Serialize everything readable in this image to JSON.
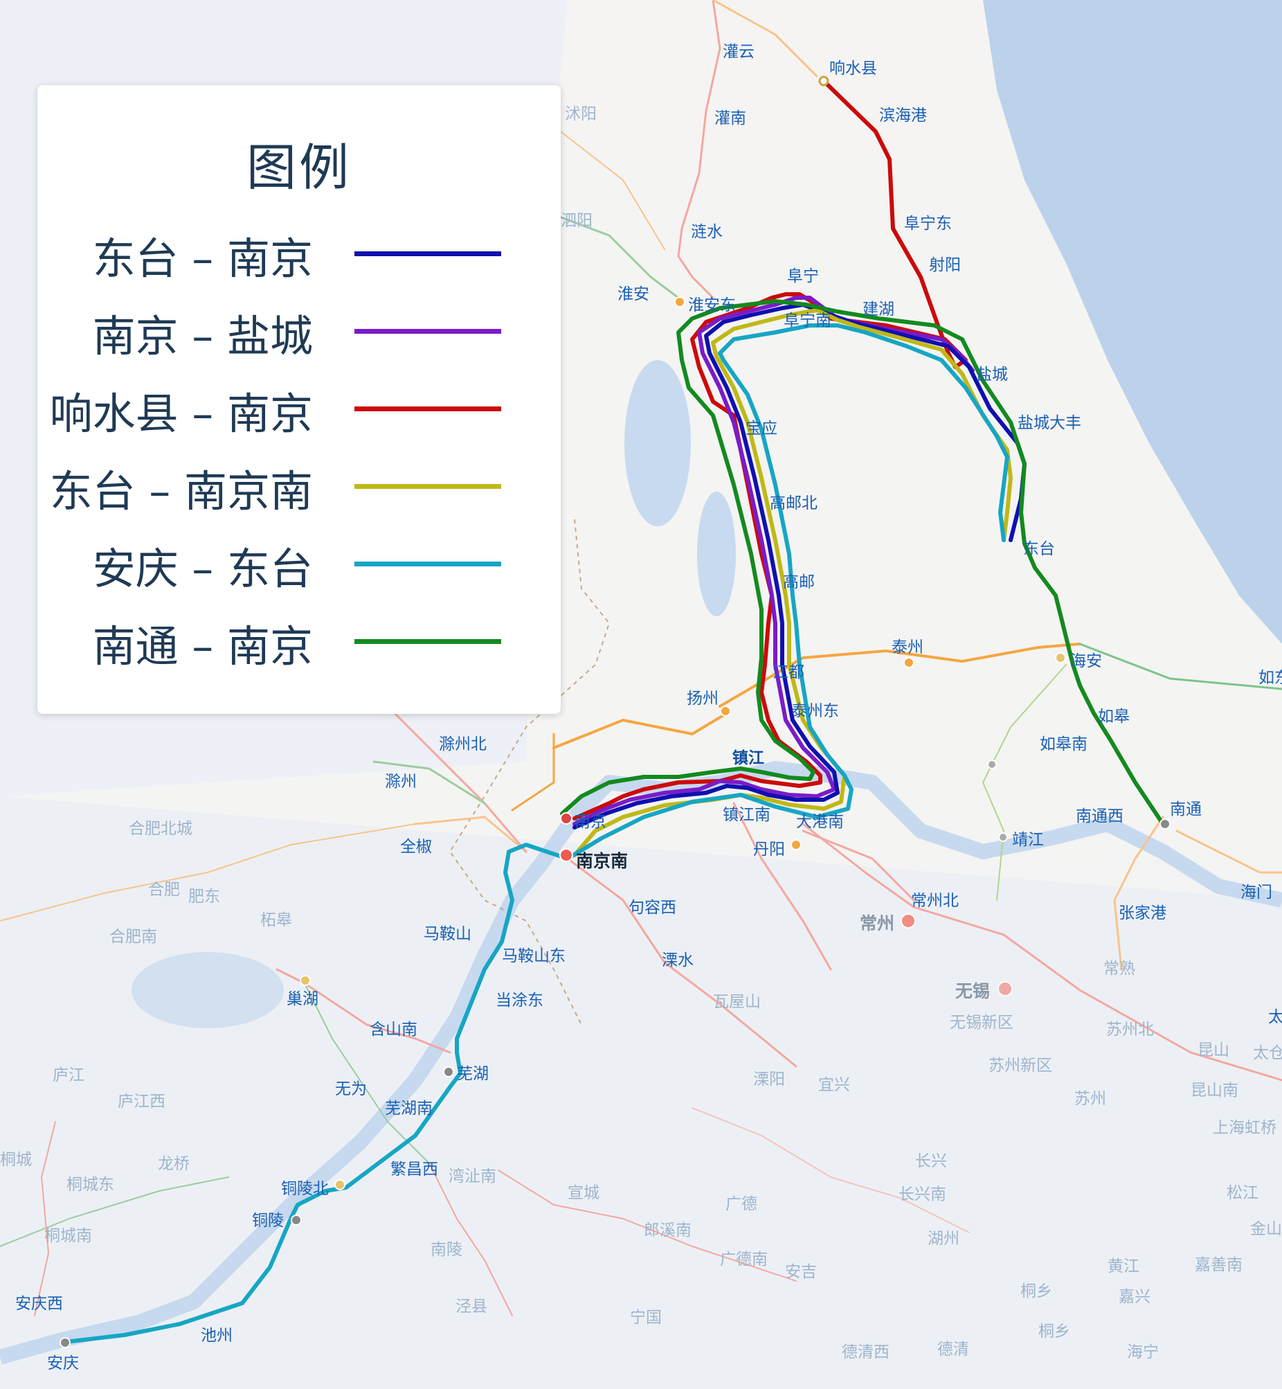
{
  "legend": {
    "title": "图例",
    "items": [
      {
        "label": "东台 – 南京",
        "color": "#1010b0"
      },
      {
        "label": "南京 – 盐城",
        "color": "#7a1cc8"
      },
      {
        "label": "响水县 – 南京",
        "color": "#cc0a0a"
      },
      {
        "label": "东台 – 南京南",
        "color": "#c0b818"
      },
      {
        "label": "安庆 – 东台",
        "color": "#16a6c4"
      },
      {
        "label": "南通 – 南京",
        "color": "#138a1e"
      }
    ]
  },
  "stations": {
    "guanyun": "灌云",
    "xiangshuixian": "响水县",
    "binhaigang": "滨海港",
    "guannan": "灌南",
    "lianshui": "涟水",
    "funingdong": "阜宁东",
    "sheyang": "射阳",
    "huaian": "淮安",
    "huaiandong": "淮安东",
    "funing": "阜宁",
    "jianhu": "建湖",
    "funingnan": "阜宁南",
    "yancheng": "盐城",
    "yanchengdafeng": "盐城大丰",
    "baoying": "宝应",
    "gaoyoubei": "高邮北",
    "dongtai": "东台",
    "gaoyou": "高邮",
    "taizhou": "泰州",
    "haian": "海安",
    "jiangdu": "江都",
    "taizhoudong": "泰州东",
    "yangzhou": "扬州",
    "rugao": "如皋",
    "rugaonan": "如皋南",
    "chuzhoubei": "滁州北",
    "zhenjiang": "镇江",
    "chuzhou": "滁州",
    "nantong": "南通",
    "nantongxi": "南通西",
    "nanjing": "南京",
    "zhenjiangnan": "镇江南",
    "dagangnan": "大港南",
    "jingjiang": "靖江",
    "quanjiao": "全椒",
    "danyang": "丹阳",
    "nanjingnan": "南京南",
    "haimen": "海门",
    "jurongxi": "句容西",
    "changzhoubei": "常州北",
    "changzhou": "常州",
    "zhangjiagang": "张家港",
    "zhegao": "柘皋",
    "maanshan": "马鞍山",
    "maanshandong": "马鞍山东",
    "liyang": "溧水",
    "changshu": "常熟",
    "chaohu": "巢湖",
    "dangtudong": "当涂东",
    "wawushan": "瓦屋山",
    "wuxi": "无锡",
    "wuxixinqu": "无锡新区",
    "hanshannan": "含山南",
    "suzhoubei": "苏州北",
    "kunshan": "昆山",
    "suzhouxinqu": "苏州新区",
    "wuhu": "芜湖",
    "wuwei": "无为",
    "liyangcity": "溧阳",
    "yixing": "宜兴",
    "suzhou": "苏州",
    "kunshannan": "昆山南",
    "wuhunan": "芜湖南",
    "shanghaihongqiao": "上海虹桥",
    "lujiangxi": "庐江西",
    "tongcheng": "桐城",
    "longqiao": "龙桥",
    "fanchangxi": "繁昌西",
    "wanzhinan": "湾沚南",
    "changxing": "长兴",
    "tongchengdong": "桐城东",
    "tonglingbei": "铜陵北",
    "xuancheng": "宣城",
    "guangde": "广德",
    "changxingnan": "长兴南",
    "tongling": "铜陵",
    "tongchengnan": "桐城南",
    "huzhou": "湖州",
    "langxinan": "郎溪南",
    "nanling": "南陵",
    "guangdenan": "广德南",
    "anji": "安吉",
    "anqingxi": "安庆西",
    "jingxian": "泾县",
    "chizhou": "池州",
    "ningguo": "宁国",
    "anqing": "安庆",
    "deqingxi": "德清西",
    "deqing": "德清",
    "rudong": "如东",
    "hefeibeicheng": "合肥北城",
    "hefei": "合肥",
    "feidong": "肥东",
    "hefeinan": "合肥南",
    "lujiang": "庐江",
    "xiangyang": "沭阳",
    "siyang": "泗阳",
    "tongxiang": "桐乡",
    "jiaxing": "嘉兴",
    "taicang": "太仓",
    "tai": "太",
    "songjiang": "松江",
    "jinshan": "金山",
    "jiashannan": "嘉善南",
    "haining": "海宁",
    "tongxiangshi": "桐乡",
    "huangjiang": "黄江"
  }
}
